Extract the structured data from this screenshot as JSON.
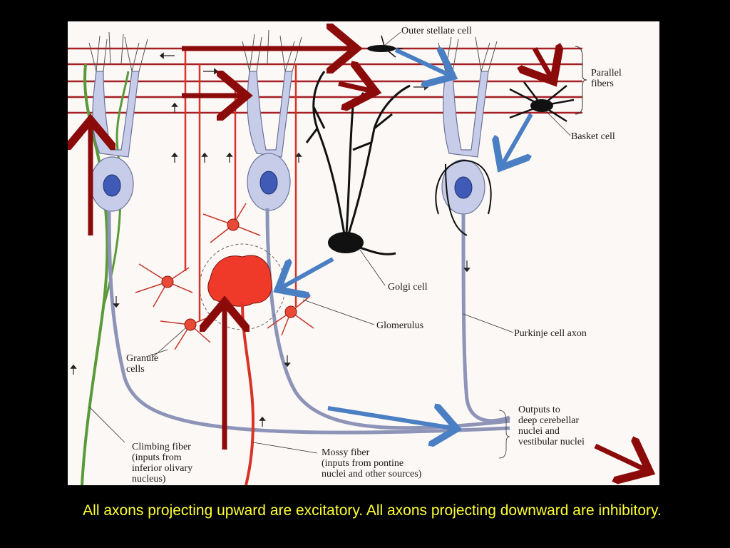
{
  "slide": {
    "caption": "All axons projecting upward are excitatory. All axons projecting downward are inhibitory."
  },
  "labels": {
    "outer_stellate": "Outer stellate cell",
    "parallel_fibers": "Parallel\nfibers",
    "basket_cell": "Basket cell",
    "golgi_cell": "Golgi cell",
    "glomerulus": "Glomerulus",
    "purkinje_axon": "Purkinje cell axon",
    "granule_cells": "Granule\ncells",
    "outputs": "Outputs to\ndeep cerebellar\nnuclei and\nvestibular nuclei",
    "climbing_fiber": "Climbing fiber\n(inputs from\ninferior olivary\nnucleus)",
    "mossy_fiber": "Mossy fiber\n(inputs from pontine\nnuclei and other sources)"
  },
  "colors": {
    "excitatory_arrow": "#8b0a0a",
    "inhibitory_arrow": "#4a7fc4",
    "purkinje": "#c7cde8",
    "granule": "#e23b2a",
    "climbing": "#5a9a3a",
    "golgi": "#111111",
    "caption": "#ffff33"
  }
}
